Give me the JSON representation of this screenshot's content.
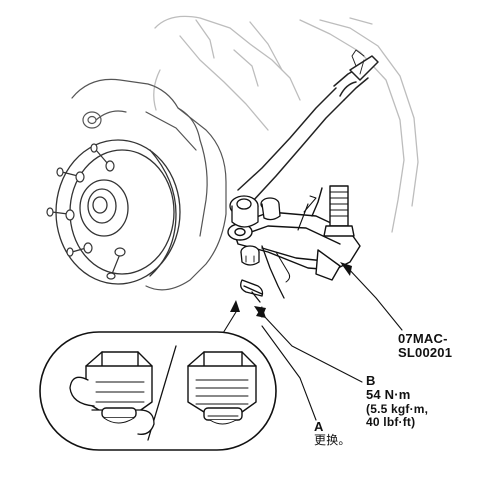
{
  "diagram": {
    "callouts": {
      "tool_part_no_line1": "07MAC-",
      "tool_part_no_line2": "SL00201",
      "b_letter": "B",
      "b_torque": "54 N·m",
      "b_kgf": "(5.5 kgf·m,",
      "b_lbf": "40 lbf·ft)",
      "a_letter": "A",
      "a_note": "更换。"
    }
  },
  "colors": {
    "line": "#1a1a1a",
    "shade": "#9a9a9a",
    "paper": "#ffffff"
  }
}
